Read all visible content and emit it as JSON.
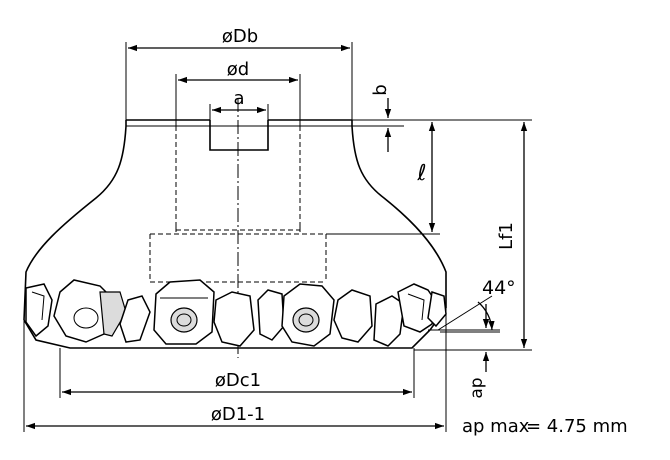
{
  "diagram": {
    "labels": {
      "Db": "øDb",
      "d": "ød",
      "a": "a",
      "b": "b",
      "l": "ℓ",
      "Lf1": "Lf1",
      "angle": "44°",
      "Dc1": "øDc1",
      "D1": "øD1-1",
      "ap": "ap",
      "apmax_label": "ap max",
      "apmax_value": "= 4.75 mm"
    }
  }
}
